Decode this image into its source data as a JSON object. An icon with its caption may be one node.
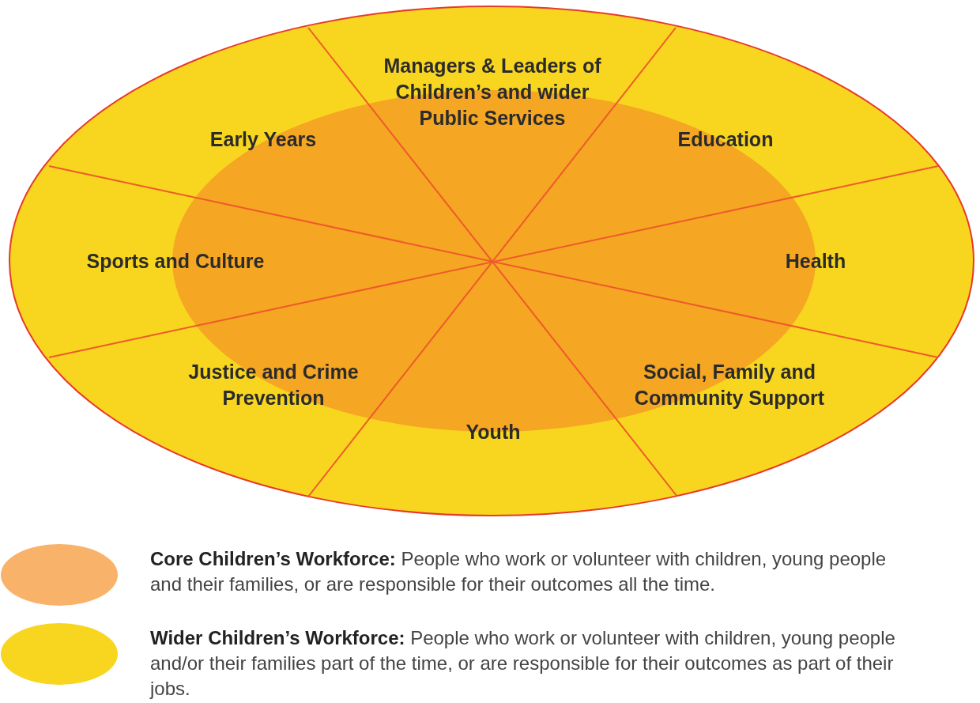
{
  "diagram": {
    "nodes": [
      {
        "text": [
          "Managers & Leaders of Children’s and wider Public Services"
        ]
      },
      {
        "text": [
          "Early Years"
        ]
      },
      {
        "text": [
          "Education"
        ]
      },
      {
        "text": [
          "Sports and Culture"
        ]
      },
      {
        "text": [
          "Health"
        ]
      },
      {
        "text": [
          "Justice and Crime Prevention"
        ]
      },
      {
        "text": [
          "Social, Family and Community Support"
        ]
      },
      {
        "text": [
          "Youth"
        ]
      }
    ],
    "legend": [
      {
        "text": "**Core Children’s Workforce:** People who work or volunteer with children, young people and their families, or are responsible for their outcomes all the time.",
        "color": "#f9b26a"
      },
      {
        "text": "**Wider Children’s Workforce:** People who work or volunteer with children, young people and/or their families part of the time, or are responsible for their outcomes as part of their jobs.",
        "color": "#f8d51e"
      }
    ]
  }
}
